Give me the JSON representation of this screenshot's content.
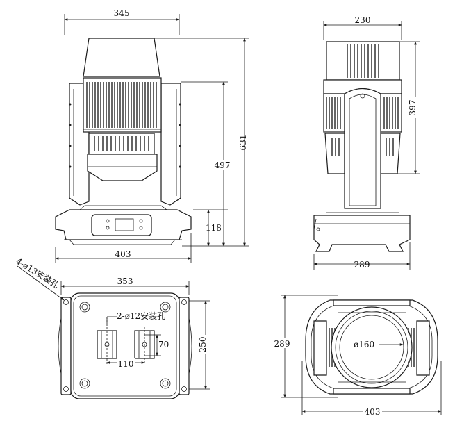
{
  "front_view": {
    "width_top": "345",
    "width_base": "403",
    "height_total": "631",
    "height_arm": "497",
    "height_base": "118"
  },
  "side_view": {
    "width_top": "230",
    "width_base": "289",
    "height_head": "397"
  },
  "base_plan": {
    "label_outer_holes": "4-ø13安装孔",
    "label_inner_holes": "2-ø12安装孔",
    "width": "353",
    "depth": "250",
    "hole_spacing_x": "110",
    "hole_spacing_y": "70"
  },
  "top_view": {
    "height": "289",
    "width": "403",
    "lens_diameter": "ø160"
  }
}
